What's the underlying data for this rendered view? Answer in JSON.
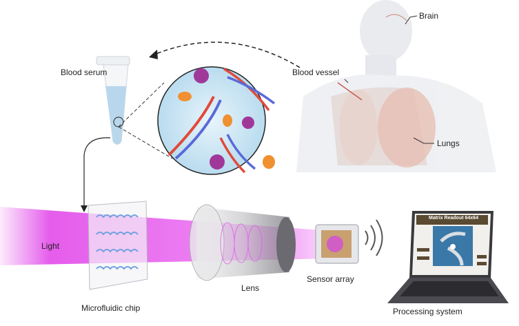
{
  "labels": {
    "brain": "Brain",
    "blood_vessel": "Blood vessel",
    "lungs": "Lungs",
    "blood_serum": "Blood serum",
    "light": "Light",
    "microfluidic_chip": "Microfluidic chip",
    "lens": "Lens",
    "sensor_array": "Sensor array",
    "processing_system": "Processing system"
  },
  "laptop_screen": {
    "title": "Matrix Readout 64x64"
  },
  "colors": {
    "light_beam": "#e040e8",
    "dna_red": "#e04a3a",
    "dna_blue": "#5a6ad8",
    "screen_header": "#5a4a32",
    "screen_image": "#3a78a8"
  }
}
